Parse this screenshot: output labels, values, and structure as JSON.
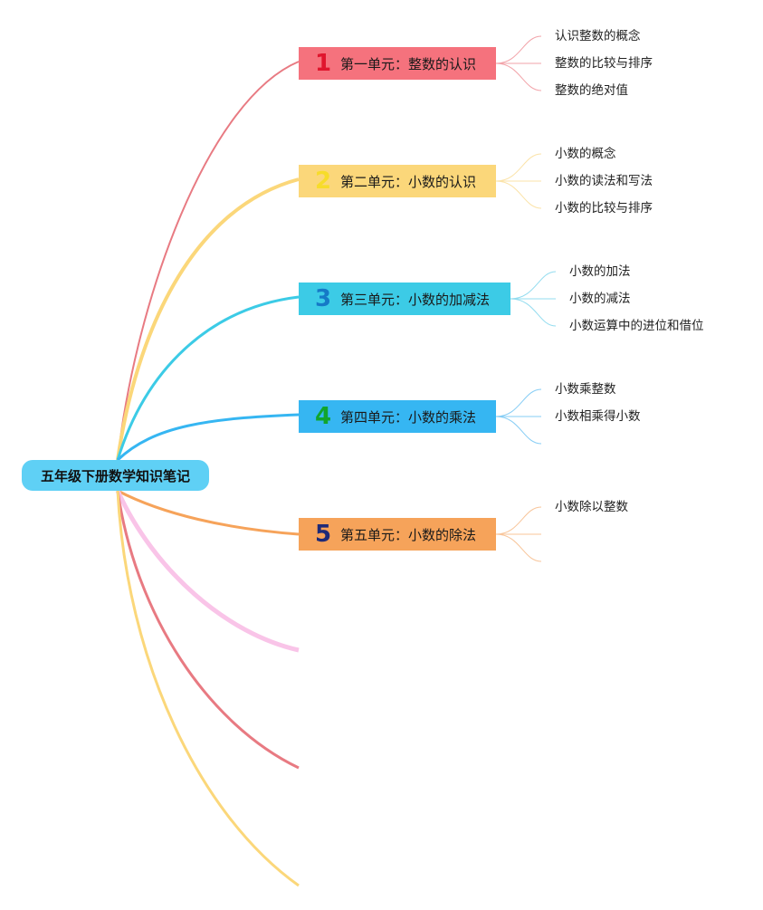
{
  "root": {
    "label": "五年级下册数学知识笔记",
    "color": "#5fd0f5"
  },
  "branches": [
    {
      "num": "1",
      "label": "第一单元：整数的认识",
      "color": "#f5727d",
      "num_color": "#e0152d",
      "leaves": [
        "认识整数的概念",
        "整数的比较与排序",
        "整数的绝对值"
      ]
    },
    {
      "num": "2",
      "label": "第二单元：小数的认识",
      "color": "#fbd77a",
      "num_color": "#f7dc2a",
      "leaves": [
        "小数的概念",
        "小数的读法和写法",
        "小数的比较与排序"
      ]
    },
    {
      "num": "3",
      "label": "第三单元：小数的加减法",
      "color": "#3ccbe6",
      "num_color": "#1579c7",
      "leaves": [
        "小数的加法",
        "小数的减法",
        "小数运算中的进位和借位"
      ]
    },
    {
      "num": "4",
      "label": "第四单元：小数的乘法",
      "color": "#36b6f2",
      "num_color": "#11a52c",
      "leaves": [
        "小数乘整数",
        "小数相乘得小数"
      ]
    },
    {
      "num": "5",
      "label": "第五单元：小数的除法",
      "color": "#f6a35a",
      "num_color": "#1e2a78",
      "leaves": [
        "小数除以整数"
      ]
    }
  ],
  "empty_branch_colors": [
    "#f9c4e8",
    "#e87a82",
    "#fbd77a"
  ]
}
